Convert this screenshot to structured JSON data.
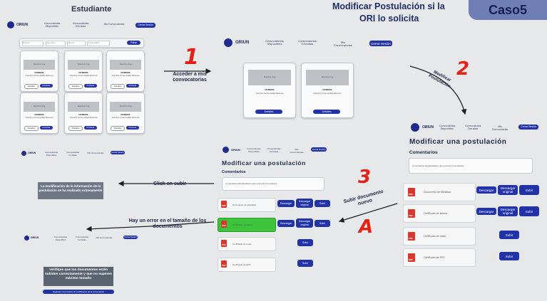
{
  "header": {
    "estudiante_title": "Estudiante",
    "main_title_line1": "Modificar Postulación si la",
    "main_title_line2": "ORI lo solicita",
    "case_badge": "Caso5"
  },
  "nav": {
    "brand": "ORIUN",
    "item1": "Convocatorias Disponibles",
    "item2": "Convocatorias Cerradas",
    "item3": "Mis Convocatorias",
    "logout": "Cerrar Sesión"
  },
  "steps": {
    "s1": "1",
    "s2": "2",
    "s3": "3",
    "sA": "A"
  },
  "arrows": {
    "acceder": "Acceder a mis convocatorias",
    "modificar": "Modificar Postulación",
    "subir_nuevo": "Subir documento nuevo",
    "click_subir": "Click en subir",
    "error_tamano": "Hay un error en el tamaño de los documentos"
  },
  "search_filter": {
    "search_placeholder": "Buscar",
    "filter1": "Semestre",
    "filter2": "Idioma",
    "filter3": "Universidad",
    "filter_button": "Filtrar"
  },
  "cards": {
    "image_label": "Nombre Img",
    "title": "NOMBRE",
    "subtitle": "Nombre Universidad Idiomas",
    "details": "Detalles",
    "postular": "Postular"
  },
  "form": {
    "title": "Modificar una postulación",
    "comments_label": "Comentarios",
    "comments_placeholder": "Comentarios del Estudiante que envía la convocatoria",
    "download": "Descargar",
    "download_original": "Descargar original",
    "upload": "Subir",
    "files": [
      "Documento de Identidad",
      "Certificado de Idioma",
      "Certificado de notas",
      "Certificado de EPS"
    ]
  },
  "messages": {
    "success": "La modificación de la información de la postulación se ha realizado exitosamente",
    "error": "Verifique que los documentos estén subidos correctamente y que no superen máximo tamaño",
    "error_button": "Regresar a Formulario de modificación de la convocatoria"
  },
  "colors": {
    "accent": "#2233a8",
    "hand": "#e32117",
    "badge_bg": "#6f7fb6",
    "highlight": "#3cc43c"
  }
}
